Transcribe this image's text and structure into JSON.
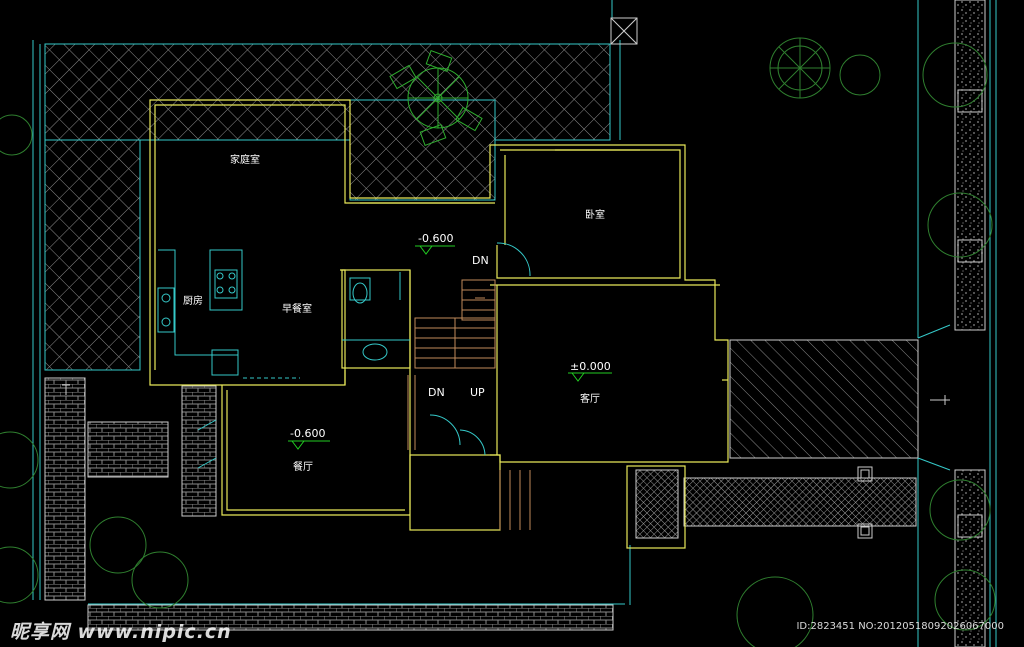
{
  "rooms": {
    "family_room": "家庭室",
    "kitchen": "厨房",
    "breakfast_room": "早餐室",
    "bedroom": "卧室",
    "living_room": "客厅",
    "dining_room": "餐厅"
  },
  "elevations": {
    "upper_center": "-0.600",
    "living": "±0.000",
    "dining": "-0.600"
  },
  "stairs": {
    "dn_top": "DN",
    "dn_left": "DN",
    "up": "UP"
  },
  "watermark": {
    "logo": "昵享网 www.nipic.cn",
    "id_line": "ID:2823451 NO:20120518092026067000"
  },
  "colors": {
    "wall": "#e8e85a",
    "outline": "#35c9c9",
    "hatch": "#9a9a9a",
    "tree": "#2f7f2f",
    "stair": "#c08a5a",
    "elevation_marker": "#22cc22"
  }
}
